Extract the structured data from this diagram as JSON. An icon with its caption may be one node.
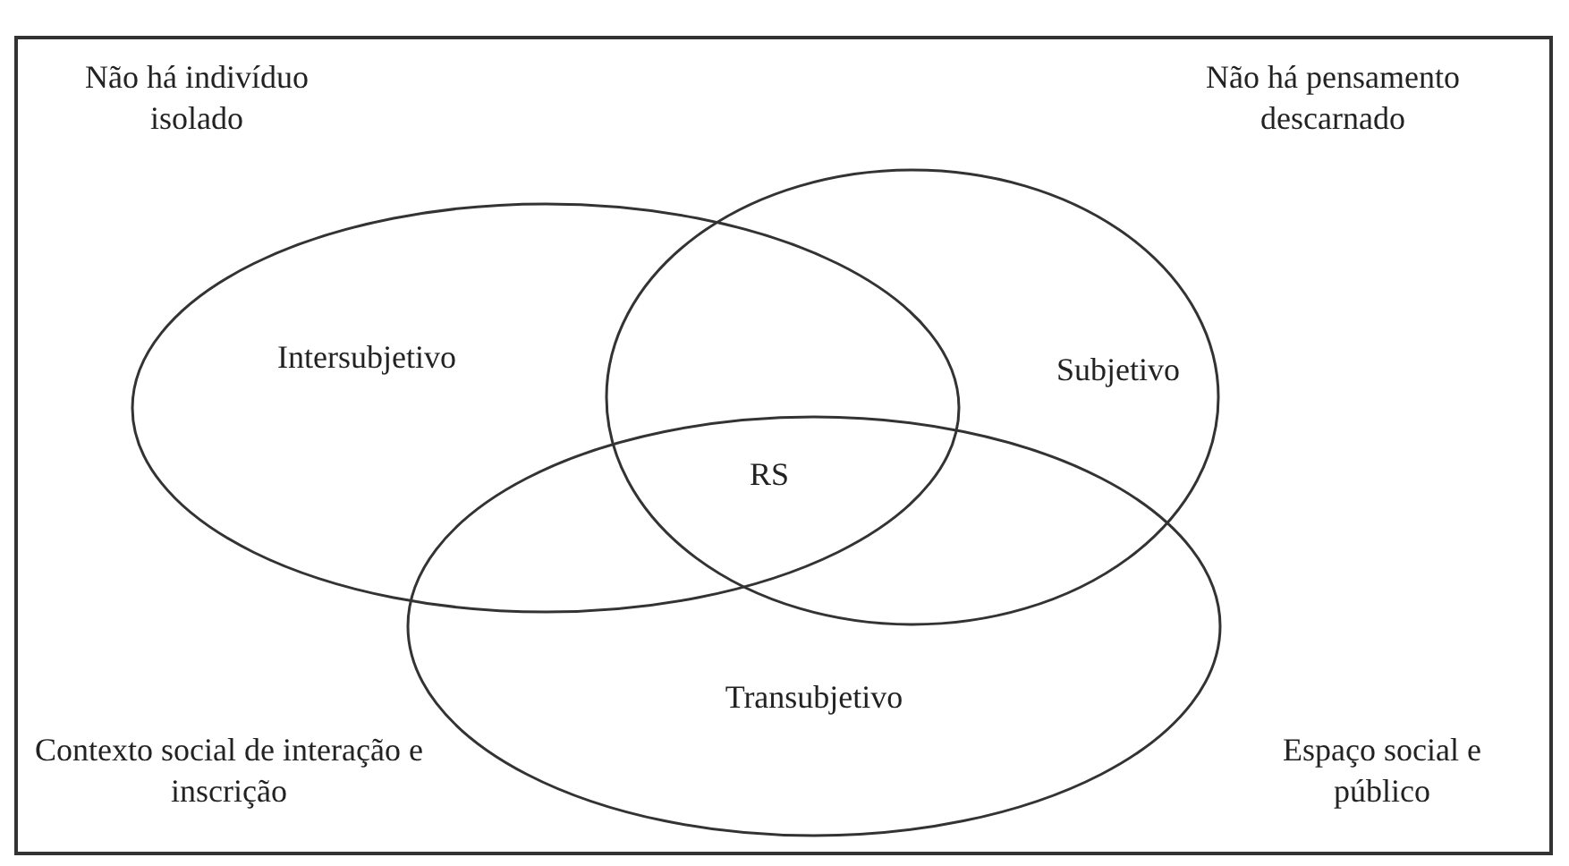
{
  "diagram": {
    "nodes": [
      {
        "text": [
          "Intersubjetivo"
        ]
      },
      {
        "text": [
          "Subjetivo"
        ]
      },
      {
        "text": [
          "Transubjetivo"
        ]
      }
    ],
    "edges": [],
    "labels": [
      "Não há indivíduo isolado",
      "Não há pensamento descarnado",
      "RS",
      "Contexto social de interação e inscrição",
      "Espaço social e público"
    ]
  }
}
